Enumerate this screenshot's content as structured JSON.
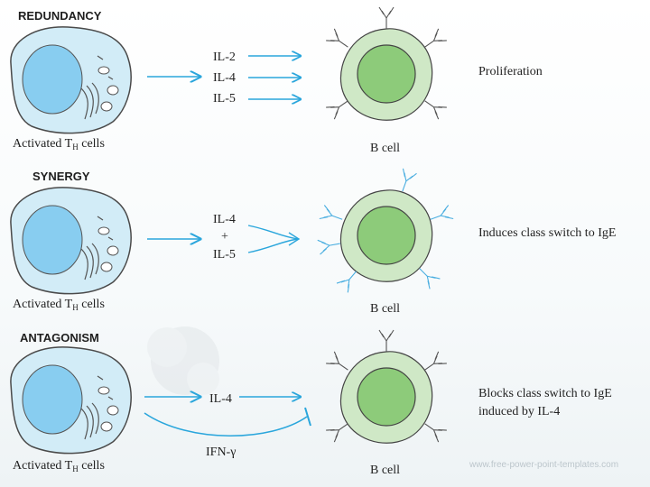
{
  "panels": [
    {
      "title": "REDUNDANCY",
      "cell_label": "Activated T",
      "cell_label_sub": "H",
      "cell_label_end": " cells",
      "cytokines": [
        "IL-2",
        "IL-4",
        "IL-5"
      ],
      "b_cell_label": "B cell",
      "effect": [
        "Proliferation"
      ]
    },
    {
      "title": "SYNERGY",
      "cell_label": "Activated T",
      "cell_label_sub": "H",
      "cell_label_end": " cells",
      "cytokines": [
        "IL-4",
        "+",
        "IL-5"
      ],
      "b_cell_label": "B cell",
      "effect": [
        "Induces class switch to IgE"
      ]
    },
    {
      "title": "ANTAGONISM",
      "cell_label": "Activated T",
      "cell_label_sub": "H",
      "cell_label_end": " cells",
      "cytokines": [
        "IL-4"
      ],
      "inhibitor": "IFN-γ",
      "b_cell_label": "B cell",
      "effect": [
        "Blocks class switch to IgE",
        "induced by IL-4"
      ]
    }
  ],
  "watermark": "www.free-power-point-templates.com",
  "colors": {
    "t_cell_fill": "#d2ecf7",
    "t_cell_stroke": "#4a4a4a",
    "nucleus": "#88cdf0",
    "arrow": "#2aa6dc",
    "b_cell_outer": "#cfe8c6",
    "b_cell_inner": "#8dcb7a",
    "b_cell_stroke": "#444",
    "antibody": "#555555",
    "antibody_ige": "#4aaee0"
  }
}
